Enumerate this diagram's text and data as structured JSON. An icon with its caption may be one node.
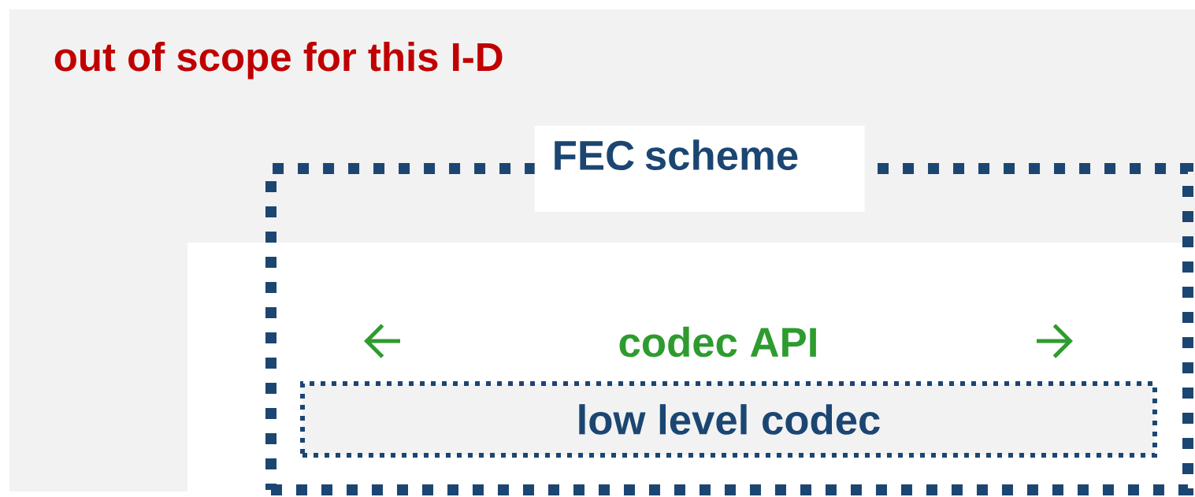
{
  "diagram": {
    "nodes": [
      {
        "text": [
          "out of scope for this I-D"
        ]
      },
      {
        "text": [
          "FEC scheme"
        ],
        "in": 0
      },
      {
        "text": [
          "low level codec"
        ],
        "in": 1
      }
    ],
    "labels": [
      "codec API"
    ]
  }
}
